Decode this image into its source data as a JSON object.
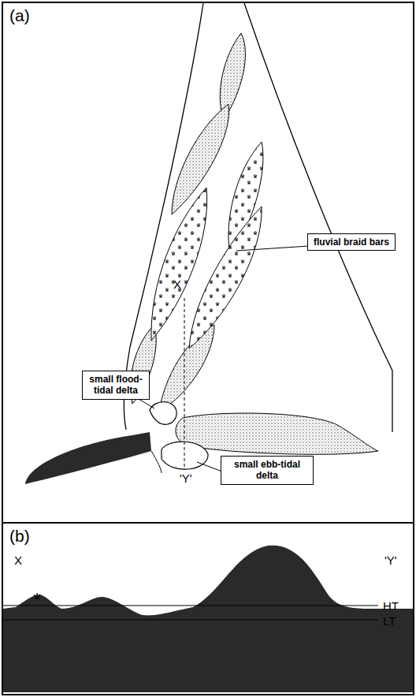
{
  "diagram": {
    "nodes": [
      {
        "text": [
          "(a)"
        ]
      },
      {
        "text": [
          "fluvial braid bars"
        ],
        "in": 0
      },
      {
        "text": [
          "small flood-tidal delta"
        ],
        "in": 0
      },
      {
        "text": [
          "small ebb-tidal delta"
        ],
        "in": 0
      },
      {
        "text": [
          "(b)"
        ]
      }
    ],
    "labels": [
      "X",
      "'Y'",
      "X",
      "'Y'",
      "HT",
      "LT"
    ]
  }
}
